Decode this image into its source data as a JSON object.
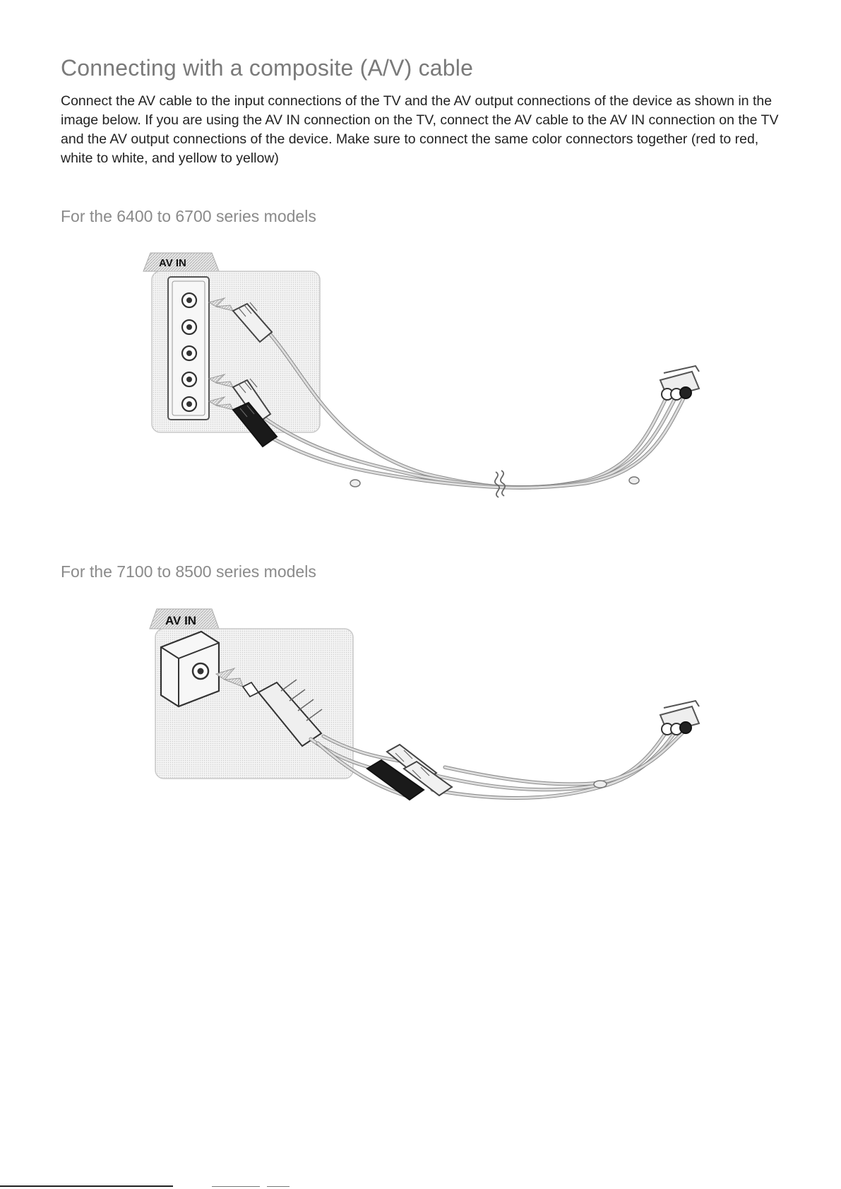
{
  "section": {
    "title": "Connecting with a composite (A/V) cable",
    "body": "Connect the AV cable to the input connections of the TV and the AV output connections of the device as shown in the image below. If you are using the AV IN connection on the TV, connect the AV cable to the AV IN connection on the TV and the AV output connections of the device. Make sure to connect the same color connectors together (red to red, white to white, and yellow to yellow)"
  },
  "diagrams": [
    {
      "heading": "For the 6400 to 6700 series models",
      "port_label": "AV IN"
    },
    {
      "heading": "For the 7100 to 8500 series models",
      "port_label": "AV IN"
    }
  ]
}
